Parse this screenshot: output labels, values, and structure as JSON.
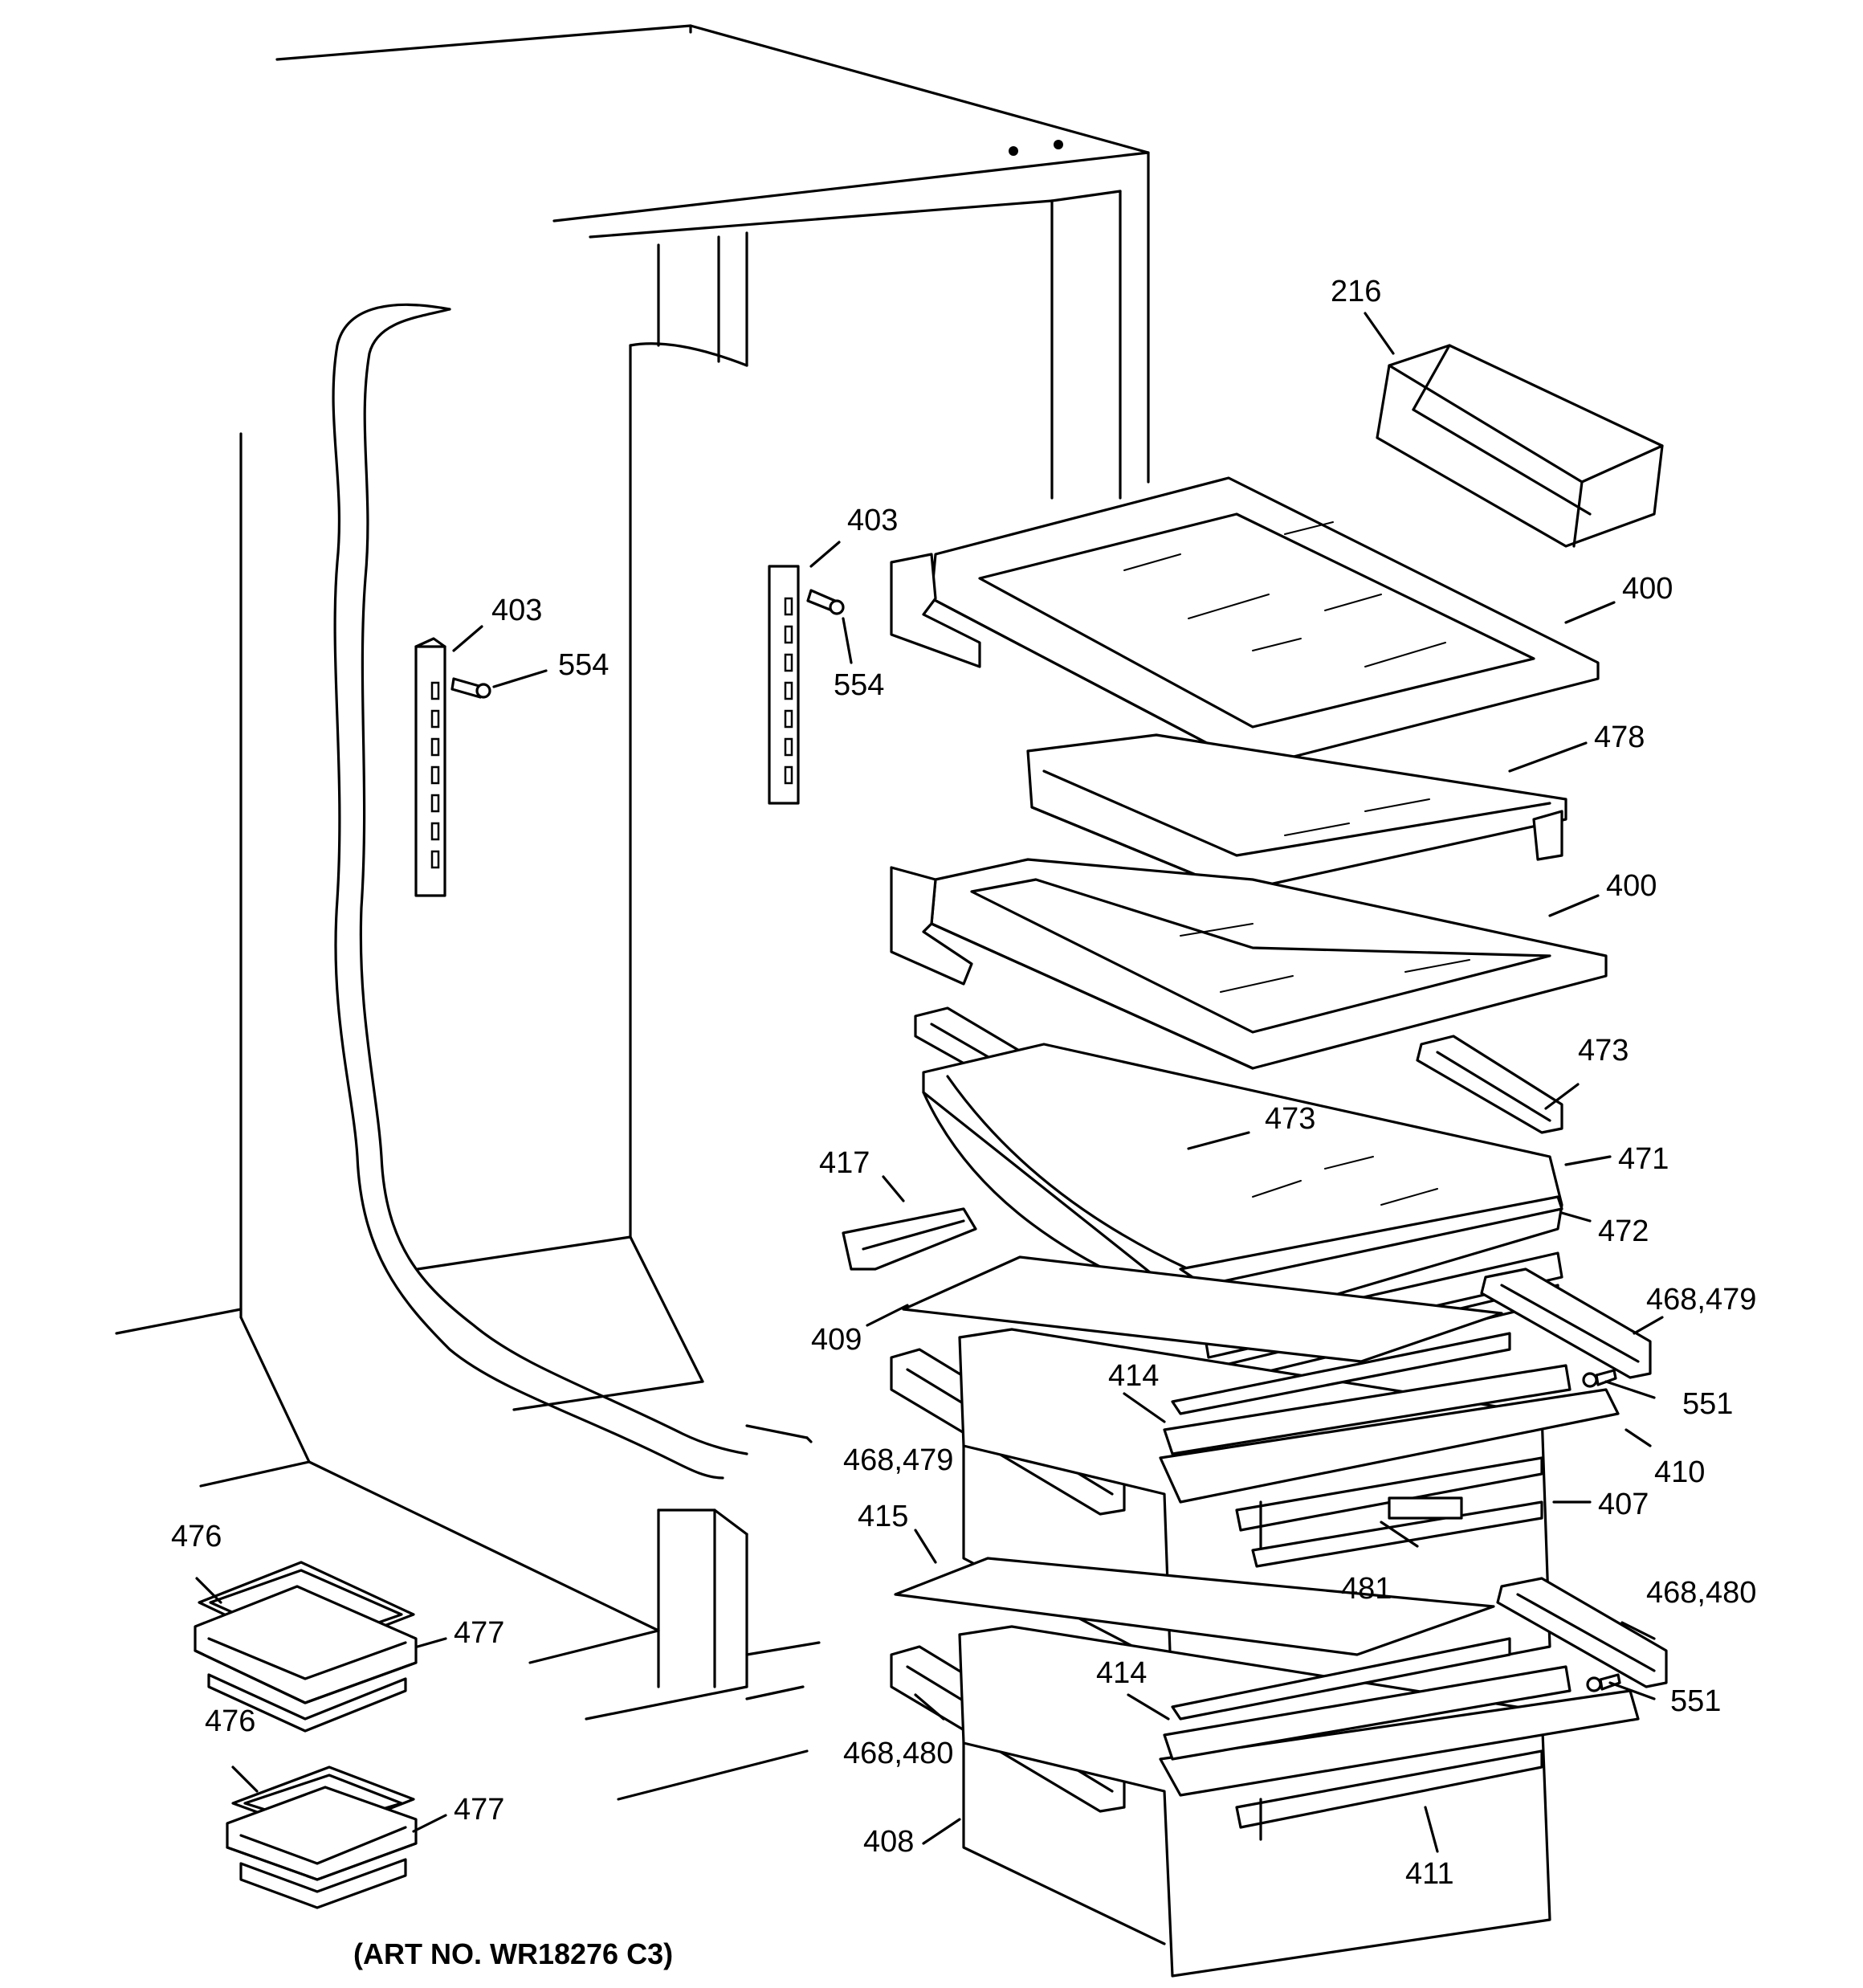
{
  "callouts": {
    "p216": "216",
    "p400a": "400",
    "p400b": "400",
    "p403a": "403",
    "p403b": "403",
    "p554a": "554",
    "p554b": "554",
    "p478": "478",
    "p473a": "473",
    "p473b": "473",
    "p471": "471",
    "p472": "472",
    "p417": "417",
    "p409": "409",
    "p468_479a": "468,479",
    "p468_479b": "468,479",
    "p551a": "551",
    "p551b": "551",
    "p414a": "414",
    "p414b": "414",
    "p410": "410",
    "p407": "407",
    "p481": "481",
    "p415": "415",
    "p468_480a": "468,480",
    "p468_480b": "468,480",
    "p411": "411",
    "p408": "408",
    "p476a": "476",
    "p476b": "476",
    "p477a": "477",
    "p477b": "477"
  },
  "caption": "(ART NO. WR18276 C3)"
}
